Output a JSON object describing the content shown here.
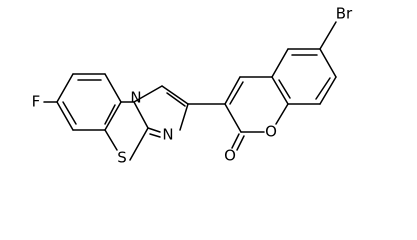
{
  "molecule": {
    "atoms": {
      "fluorine": "F",
      "bromine": "Br",
      "sulfur": "S",
      "nitrogen_bridge": "N",
      "nitrogen_ring": "N",
      "oxygen_ring": "O",
      "oxygen_carbonyl": "O"
    }
  }
}
